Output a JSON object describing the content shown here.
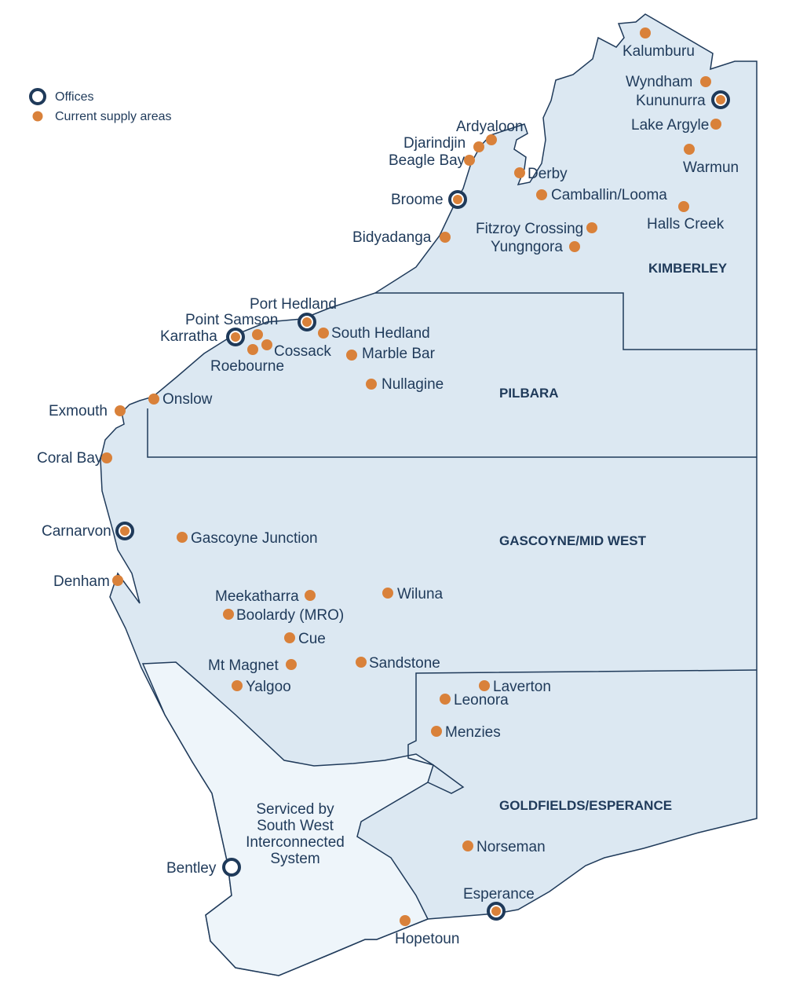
{
  "colors": {
    "land": "#dce8f2",
    "south_west_area": "#eef5fa",
    "border": "#1f3a5a",
    "text": "#1f3a5a",
    "supply_dot": "#d9813a",
    "office_ring": "#1f3a5a"
  },
  "legend": {
    "offices_label": "Offices",
    "supply_label": "Current supply areas"
  },
  "regions": {
    "kimberley": "KIMBERLEY",
    "pilbara": "PILBARA",
    "gascoyne": "GASCOYNE/MID WEST",
    "goldfields": "GOLDFIELDS/ESPERANCE"
  },
  "south_west": {
    "line1": "Serviced by",
    "line2": "South West",
    "line3": "Interconnected",
    "line4": "System"
  },
  "places": {
    "kalumburu": "Kalumburu",
    "wyndham": "Wyndham",
    "kununurra": "Kununurra",
    "lake_argyle": "Lake Argyle",
    "warmun": "Warmun",
    "halls_creek": "Halls Creek",
    "ardyaloon": "Ardyaloon",
    "djarindjin": "Djarindjin",
    "beagle_bay": "Beagle Bay",
    "derby": "Derby",
    "camballin": "Camballin/Looma",
    "broome": "Broome",
    "fitzroy": "Fitzroy Crossing",
    "yungngora": "Yungngora",
    "bidyadanga": "Bidyadanga",
    "port_hedland": "Port Hedland",
    "point_samson": "Point Samson",
    "karratha": "Karratha",
    "south_hedland": "South Hedland",
    "cossack": "Cossack",
    "marble_bar": "Marble Bar",
    "roebourne": "Roebourne",
    "nullagine": "Nullagine",
    "exmouth": "Exmouth",
    "onslow": "Onslow",
    "coral_bay": "Coral Bay",
    "carnarvon": "Carnarvon",
    "gascoyne_junction": "Gascoyne Junction",
    "denham": "Denham",
    "meekatharra": "Meekatharra",
    "wiluna": "Wiluna",
    "boolardy": "Boolardy (MRO)",
    "cue": "Cue",
    "mt_magnet": "Mt Magnet",
    "sandstone": "Sandstone",
    "yalgoo": "Yalgoo",
    "laverton": "Laverton",
    "leonora": "Leonora",
    "menzies": "Menzies",
    "norseman": "Norseman",
    "bentley": "Bentley",
    "esperance": "Esperance",
    "hopetoun": "Hopetoun"
  }
}
